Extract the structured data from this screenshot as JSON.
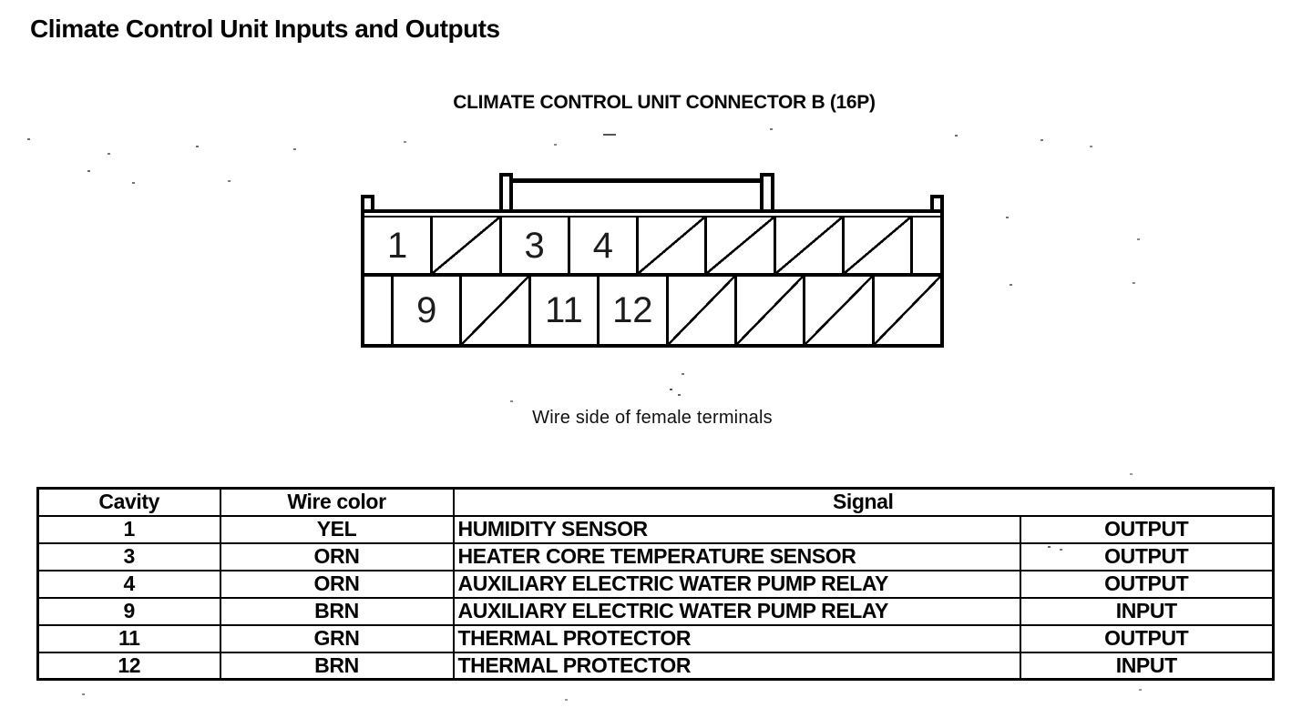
{
  "title": "Climate Control Unit Inputs and Outputs",
  "connector": {
    "heading": "CLIMATE CONTROL UNIT CONNECTOR B (16P)",
    "caption": "Wire side of female terminals",
    "rows": [
      {
        "cells": [
          {
            "label": "1",
            "hatched": false
          },
          {
            "label": "",
            "hatched": true
          },
          {
            "label": "3",
            "hatched": false
          },
          {
            "label": "4",
            "hatched": false
          },
          {
            "label": "",
            "hatched": true
          },
          {
            "label": "",
            "hatched": true
          },
          {
            "label": "",
            "hatched": true
          },
          {
            "label": "",
            "hatched": true
          }
        ]
      },
      {
        "cells": [
          {
            "label": "9",
            "hatched": false
          },
          {
            "label": "",
            "hatched": true
          },
          {
            "label": "11",
            "hatched": false
          },
          {
            "label": "12",
            "hatched": false
          },
          {
            "label": "",
            "hatched": true
          },
          {
            "label": "",
            "hatched": true
          },
          {
            "label": "",
            "hatched": true
          },
          {
            "label": "",
            "hatched": true
          }
        ]
      }
    ]
  },
  "table": {
    "headers": {
      "cavity": "Cavity",
      "wire_color": "Wire color",
      "signal": "Signal"
    },
    "rows": [
      {
        "cavity": "1",
        "wire_color": "YEL",
        "signal": "HUMIDITY SENSOR",
        "direction": "OUTPUT"
      },
      {
        "cavity": "3",
        "wire_color": "ORN",
        "signal": "HEATER CORE TEMPERATURE SENSOR",
        "direction": "OUTPUT"
      },
      {
        "cavity": "4",
        "wire_color": "ORN",
        "signal": "AUXILIARY ELECTRIC WATER PUMP RELAY",
        "direction": "OUTPUT"
      },
      {
        "cavity": "9",
        "wire_color": "BRN",
        "signal": "AUXILIARY ELECTRIC WATER PUMP RELAY",
        "direction": "INPUT"
      },
      {
        "cavity": "11",
        "wire_color": "GRN",
        "signal": "THERMAL PROTECTOR",
        "direction": "OUTPUT"
      },
      {
        "cavity": "12",
        "wire_color": "BRN",
        "signal": "THERMAL PROTECTOR",
        "direction": "INPUT"
      }
    ]
  },
  "colors": {
    "ink": "#000000",
    "paper": "#ffffff"
  }
}
